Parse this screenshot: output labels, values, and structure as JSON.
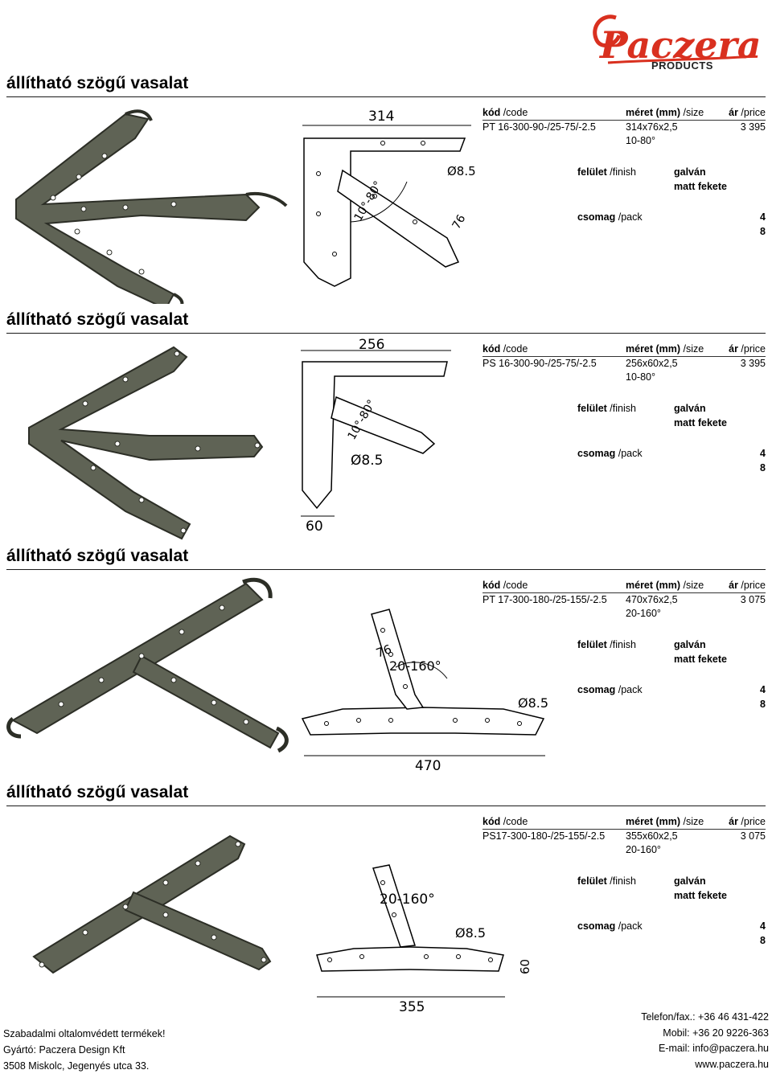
{
  "brand": {
    "logo_word": "Paczera",
    "logo_sub": "PRODUCTS",
    "logo_color": "#d9301f"
  },
  "spec_headers": {
    "code_bold": "kód",
    "code_en": " /code",
    "size_bold": "méret (mm)",
    "size_en": " /size",
    "price_bold": "ár",
    "price_en": " /price",
    "finish_bold": "felület",
    "finish_en": " /finish",
    "pack_bold": "csomag",
    "pack_en": " /pack"
  },
  "sections": [
    {
      "title": "állítható szögű vasalat",
      "code": "PT 16-300-90-/25-75/-2.5",
      "size": "314x76x2,5",
      "angle": "10-80°",
      "price": "3 395",
      "finish_1": "galván",
      "finish_2": "matt fekete",
      "pack_1": "4",
      "pack_2": "8",
      "dims": [
        "314",
        "Ø8.5",
        "10°-80°",
        "76"
      ]
    },
    {
      "title": "állítható szögű vasalat",
      "code": "PS 16-300-90-/25-75/-2.5",
      "size": "256x60x2,5",
      "angle": "10-80°",
      "price": "3 395",
      "finish_1": "galván",
      "finish_2": "matt fekete",
      "pack_1": "4",
      "pack_2": "8",
      "dims": [
        "256",
        "Ø8.5",
        "10°-80°",
        "60"
      ]
    },
    {
      "title": "állítható szögű vasalat",
      "code": "PT 17-300-180-/25-155/-2.5",
      "size": "470x76x2,5",
      "angle": "20-160°",
      "price": "3 075",
      "finish_1": "galván",
      "finish_2": "matt fekete",
      "pack_1": "4",
      "pack_2": "8",
      "dims": [
        "470",
        "Ø8.5",
        "20-160°",
        "76"
      ]
    },
    {
      "title": "állítható szögű vasalat",
      "code": "PS17-300-180-/25-155/-2.5",
      "size": "355x60x2,5",
      "angle": "20-160°",
      "price": "3 075",
      "finish_1": "galván",
      "finish_2": "matt fekete",
      "pack_1": "4",
      "pack_2": "8",
      "dims": [
        "355",
        "Ø8.5",
        "20-160°",
        "60"
      ]
    }
  ],
  "footer": {
    "left_1": "Szabadalmi oltalomvédett termékek!",
    "left_2": "Gyártó: Paczera Design Kft",
    "left_3": "3508 Miskolc, Jegenyés utca 33.",
    "right_1": "Telefon/fax.: +36 46 431-422",
    "right_2": "Mobil: +36 20 9226-363",
    "right_3": "E-mail: info@paczera.hu",
    "right_4": "www.paczera.hu"
  }
}
